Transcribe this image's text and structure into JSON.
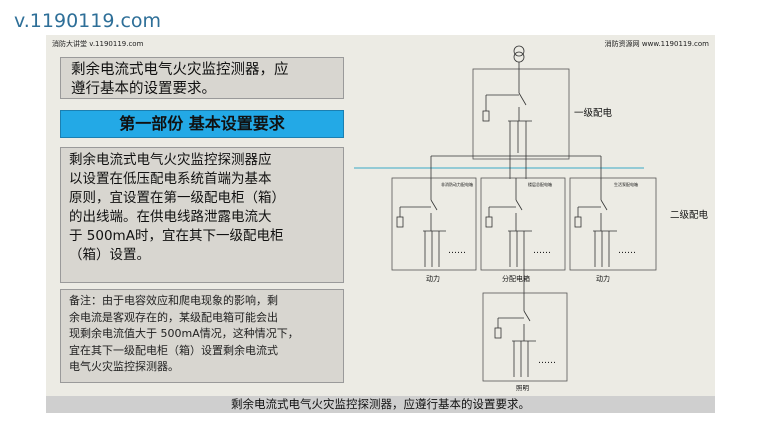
{
  "watermark_top": "v.1190119.com",
  "header": {
    "left": "消防大讲堂 v.1190119.com",
    "right": "消防资源网 www.1190119.com"
  },
  "title_lines": [
    "剩余电流式电气火灾监控测器，应",
    "遵行基本的设置要求。"
  ],
  "section_label": "第一部份 基本设置要求",
  "body_lines": [
    "剩余电流式电气火灾监控探测器应",
    "以设置在低压配电系统首端为基本",
    "原则，宜设置在第一级配电柜（箱）",
    "的出线端。在供电线路泄露电流大",
    "于 500mA时，宜在其下一级配电柜",
    "（箱）设置。"
  ],
  "note_lines": [
    "备注：由于电容效应和爬电现象的影响，剩",
    "余电流是客观存在的，某级配电箱可能会出",
    "现剩余电流值大于 500mA情况，这种情况下，",
    "宜在其下一级配电柜（箱）设置剩余电流式",
    "电气火灾监控探测器。"
  ],
  "diagram": {
    "level1_label": "一级配电",
    "level2_label": "二级配电",
    "box_labels_small": [
      "非消防动力配电箱",
      "楼层总配电箱",
      "生活泵配电箱"
    ],
    "bottom_labels": [
      "动力",
      "分配电箱",
      "动力"
    ],
    "lighting_label": "照明"
  },
  "caption": "剩余电流式电气火灾监控探测器，应遵行基本的设置要求。"
}
